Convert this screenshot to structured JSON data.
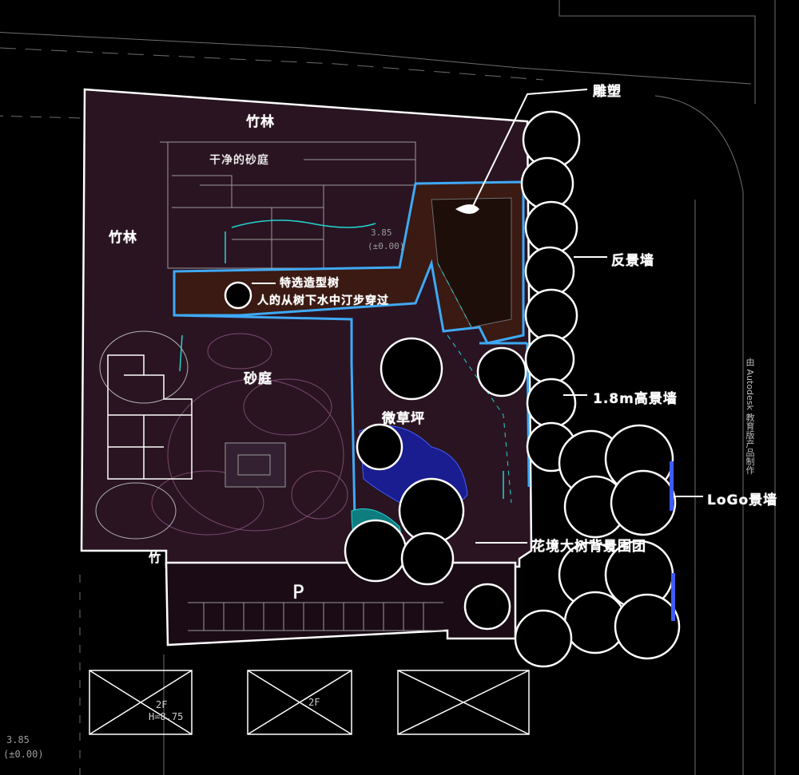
{
  "labels": {
    "bamboo_top": "竹林",
    "bamboo_left": "竹林",
    "bamboo_bottom": "竹",
    "clean_sand_garden": "干净的砂庭",
    "sand_garden": "砂庭",
    "lawn": "微草坪",
    "parking": "P",
    "sculpture": "雕塑",
    "feature_wall": "反景墙",
    "high_wall": "1.8m高景墙",
    "logo_wall": "LoGo景墙",
    "flower_trees": "花境大树背景围团",
    "tree_note_line1": "特选造型树",
    "tree_note_line2": "人的从树下水中汀步穿过"
  },
  "cad_text": {
    "level_value": "3.85",
    "level_zero": "(±0.00)",
    "level_value_2": "3.85",
    "level_zero_2": "(±0.00)",
    "floor_a": "2F",
    "height_a": "H=8.75",
    "floor_b": "2F"
  },
  "side_note": "由 Autodesk 教育版产品制作",
  "colors": {
    "background": "#000000",
    "plot": "#2a1422",
    "wood_deck": "#3a1a12",
    "water_edge": "#3fa9f5",
    "accent_cyan": "#24d3d0",
    "blue_plants": "#1a1d8f",
    "hand_ink": "#ffffff"
  }
}
